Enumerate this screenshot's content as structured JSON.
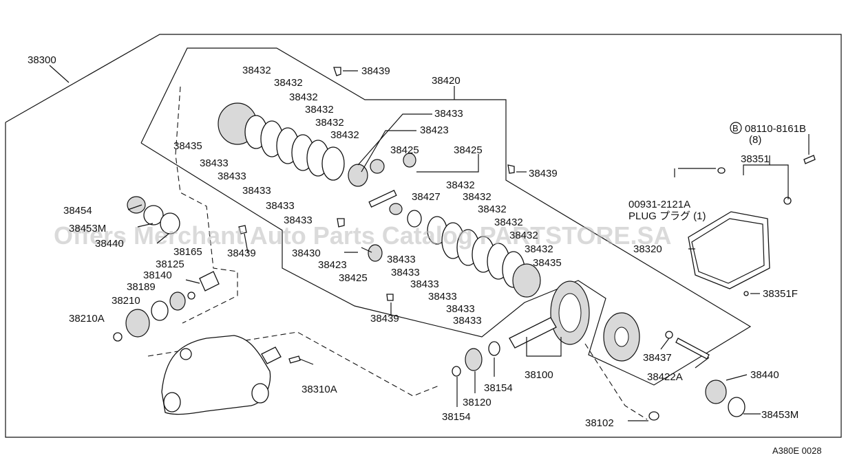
{
  "diagram": {
    "figure_code": "A380E 0028",
    "watermark": "Offers Merchant Auto Parts Catalog PARTSTORE.SA",
    "assembly_label": "38300",
    "labels": {
      "p38432_a": "38432",
      "p38432_b": "38432",
      "p38432_c": "38432",
      "p38432_d": "38432",
      "p38432_e": "38432",
      "p38432_f": "38432",
      "p38439_a": "38439",
      "p38420": "38420",
      "p38433_a": "38433",
      "p38423_a": "38423",
      "p38425_a": "38425",
      "p38425_b": "38425",
      "p38435_a": "38435",
      "p38433_b": "38433",
      "p38433_c": "38433",
      "p38433_d": "38433",
      "p38433_e": "38433",
      "p38433_f": "38433",
      "p38439_b": "38439",
      "p38432_g": "38432",
      "p38432_h": "38432",
      "p38432_i": "38432",
      "p38432_j": "38432",
      "p38432_k": "38432",
      "p38432_l": "38432",
      "p38427": "38427",
      "p38454": "38454",
      "p38453m_left": "38453M",
      "p38440_left": "38440",
      "p38165": "38165",
      "p38439_c": "38439",
      "p38125": "38125",
      "p38140": "38140",
      "p38189": "38189",
      "p38210": "38210",
      "p38210a": "38210A",
      "p38430": "38430",
      "p38423_b": "38423",
      "p38425_c": "38425",
      "p38433_g": "38433",
      "p38433_h": "38433",
      "p38433_i": "38433",
      "p38433_j": "38433",
      "p38433_k": "38433",
      "p38433_l": "38433",
      "p38435_b": "38435",
      "p38439_d": "38439",
      "bolt_ref": "08110-8161B",
      "bolt_ref_marker": "B",
      "bolt_qty": "(8)",
      "p38351": "38351",
      "plug_code": "00931-2121A",
      "plug_text": "PLUG プラグ (1)",
      "p38320": "38320",
      "p38351f": "38351F",
      "p38310a": "38310A",
      "p38100": "38100",
      "p38154_a": "38154",
      "p38120": "38120",
      "p38154_b": "38154",
      "p38437": "38437",
      "p38422a": "38422A",
      "p38440_right": "38440",
      "p38453m_right": "38453M",
      "p38102": "38102"
    }
  }
}
